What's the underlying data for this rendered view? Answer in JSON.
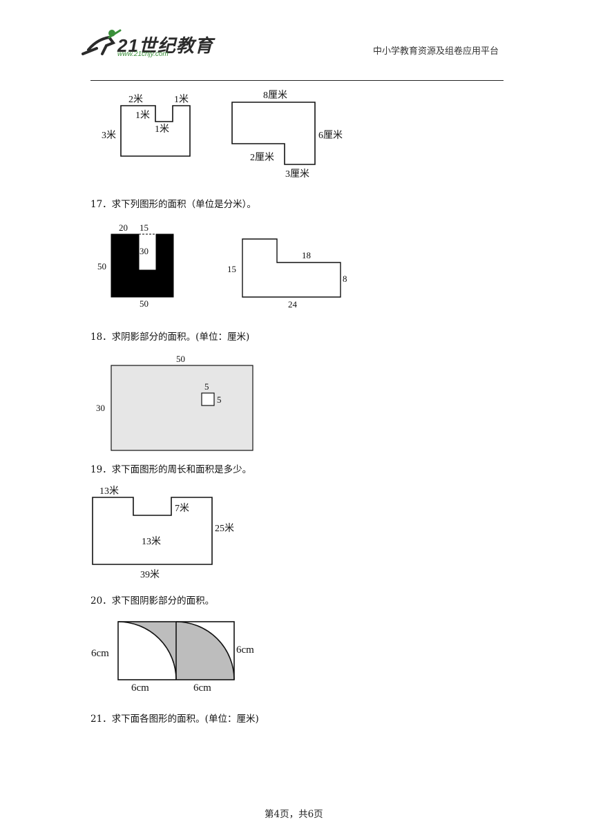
{
  "header": {
    "logo_main": "21世纪教育",
    "logo_sub": "www.21cnjy.com",
    "right_text": "中小学教育资源及组卷应用平台"
  },
  "fig16a": {
    "top_left": "2米",
    "top_right": "1米",
    "notch_left": "1米",
    "notch_bottom": "1米",
    "left": "3米"
  },
  "fig16b": {
    "top": "8厘米",
    "right": "6厘米",
    "step": "2厘米",
    "bottom": "3厘米"
  },
  "q17": {
    "text": "17．求下列图形的面积（单位是分米）。",
    "figA": {
      "top_left": "20",
      "top_gap": "15",
      "notch_depth": "30",
      "left": "50",
      "bottom": "50"
    },
    "figB": {
      "top_step": "18",
      "left": "15",
      "right": "8",
      "bottom": "24"
    }
  },
  "q18": {
    "text": "18．求阴影部分的面积。(单位：厘米)",
    "fig": {
      "top": "50",
      "left": "30",
      "square_top": "5",
      "square_right": "5"
    }
  },
  "q19": {
    "text": "19．求下面图形的周长和面积是多少。",
    "fig": {
      "top_left": "13米",
      "notch_side": "7米",
      "right": "25米",
      "middle": "13米",
      "bottom": "39米"
    }
  },
  "q20": {
    "text": "20．求下图阴影部分的面积。",
    "fig": {
      "left": "6cm",
      "right": "6cm",
      "bottom_left": "6cm",
      "bottom_right": "6cm"
    }
  },
  "q21": {
    "text": "21．求下面各图形的面积。(单位：厘米)"
  },
  "footer": {
    "page": "第4页，共6页"
  },
  "colors": {
    "shade_light": "#e6e6e6",
    "shade_gray": "#bdbdbd",
    "logo_green": "#3a8f3a"
  }
}
